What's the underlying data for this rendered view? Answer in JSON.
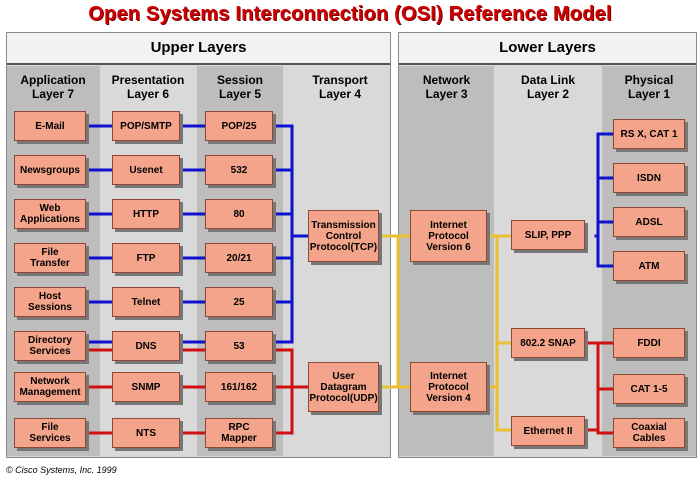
{
  "title": "Open Systems Interconnection (OSI) Reference Model",
  "upper_panel": {
    "label": "Upper Layers"
  },
  "lower_panel": {
    "label": "Lower Layers"
  },
  "layers": {
    "application": "Application\nLayer 7",
    "presentation": "Presentation\nLayer 6",
    "session": "Session\nLayer 5",
    "transport": "Transport\nLayer 4",
    "network": "Network\nLayer 3",
    "datalink": "Data Link\nLayer 2",
    "physical": "Physical\nLayer 1"
  },
  "application": [
    "E-Mail",
    "Newsgroups",
    "Web\nApplications",
    "File\nTransfer",
    "Host\nSessions",
    "Directory\nServices",
    "Network\nManagement",
    "File\nServices"
  ],
  "presentation": [
    "POP/SMTP",
    "Usenet",
    "HTTP",
    "FTP",
    "Telnet",
    "DNS",
    "SNMP",
    "NTS"
  ],
  "session": [
    "POP/25",
    "532",
    "80",
    "20/21",
    "25",
    "53",
    "161/162",
    "RPC\nMapper"
  ],
  "transport": [
    "Transmission\nControl\nProtocol(TCP)",
    "User\nDatagram\nProtocol(UDP)"
  ],
  "network": [
    "Internet\nProtocol\nVersion 6",
    "Internet\nProtocol\nVersion 4"
  ],
  "datalink": [
    "SLIP, PPP",
    "802.2 SNAP",
    "Ethernet II"
  ],
  "physical": [
    "RS X, CAT 1",
    "ISDN",
    "ADSL",
    "ATM",
    "FDDI",
    "CAT 1-5",
    "Coaxial\nCables"
  ],
  "colors": {
    "tcp_wire": "#1010d0",
    "udp_wire": "#d01010",
    "ip_wire": "#f0d040",
    "box_fill": "#f4a48a",
    "title": "#cc0000"
  },
  "copyright": "© Cisco Systems, Inc. 1999"
}
